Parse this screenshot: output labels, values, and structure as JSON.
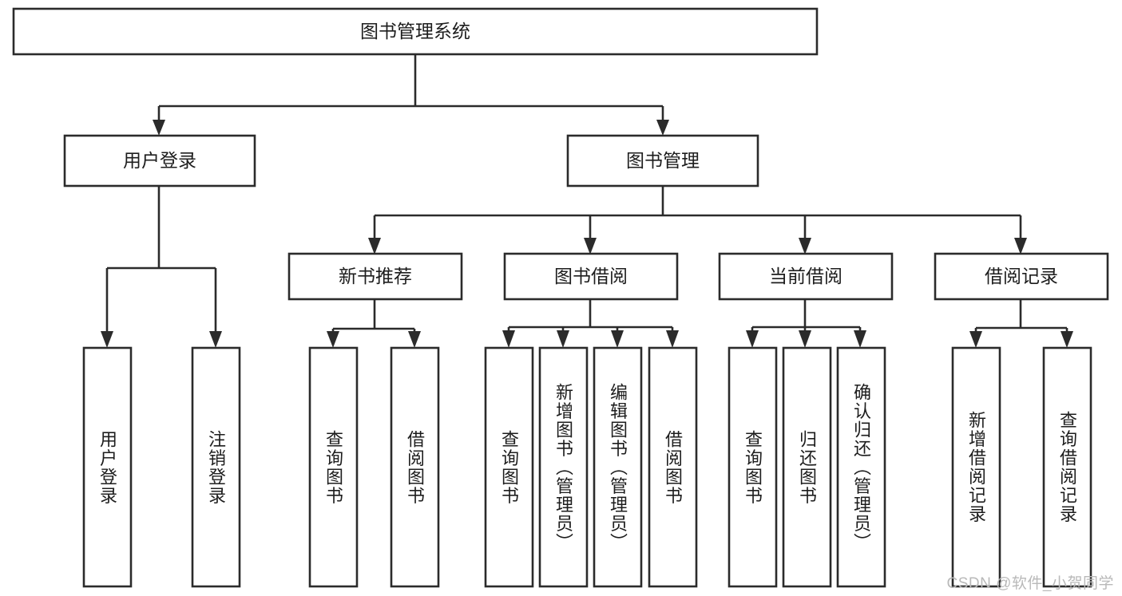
{
  "diagram": {
    "type": "tree",
    "title": "图书管理系统",
    "watermark": "CSDN @软件_小贺同学",
    "colors": {
      "box_fill": "#ffffff",
      "box_stroke": "#2b2b2b",
      "text": "#1d1d1d",
      "background": "#ffffff",
      "watermark": "#b9b9b9"
    },
    "levels": {
      "root": {
        "label": "图书管理系统"
      },
      "level2": [
        {
          "label": "用户登录"
        },
        {
          "label": "图书管理"
        }
      ],
      "level3": [
        {
          "label": "新书推荐"
        },
        {
          "label": "图书借阅"
        },
        {
          "label": "当前借阅"
        },
        {
          "label": "借阅记录"
        }
      ],
      "leaves": [
        {
          "label": "用户登录",
          "parent": "用户登录"
        },
        {
          "label": "注销登录",
          "parent": "用户登录"
        },
        {
          "label": "查询图书",
          "parent": "新书推荐"
        },
        {
          "label": "借阅图书",
          "parent": "新书推荐"
        },
        {
          "label": "查询图书",
          "parent": "图书借阅"
        },
        {
          "label": "新增图书（管理员）",
          "parent": "图书借阅"
        },
        {
          "label": "编辑图书（管理员）",
          "parent": "图书借阅"
        },
        {
          "label": "借阅图书",
          "parent": "图书借阅"
        },
        {
          "label": "查询图书",
          "parent": "当前借阅"
        },
        {
          "label": "归还图书",
          "parent": "当前借阅"
        },
        {
          "label": "确认归还（管理员）",
          "parent": "当前借阅"
        },
        {
          "label": "新增借阅记录",
          "parent": "借阅记录"
        },
        {
          "label": "查询借阅记录",
          "parent": "借阅记录"
        }
      ]
    }
  }
}
